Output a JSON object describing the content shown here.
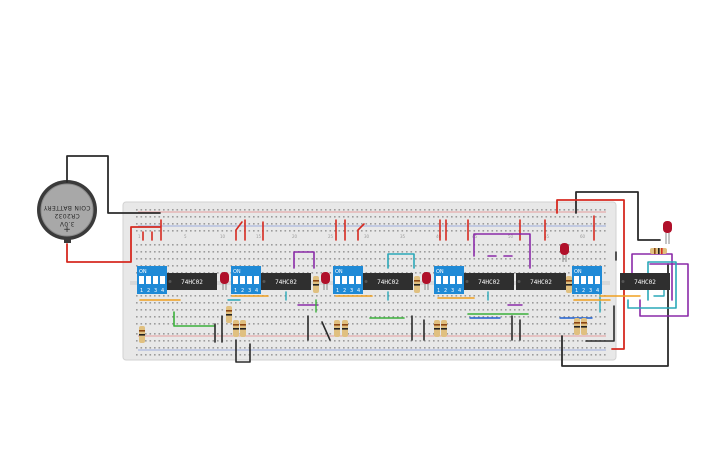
{
  "battery": {
    "line1": "COIN BATTERY",
    "line2": "CR2032",
    "line3": "3.0V"
  },
  "chips": [
    {
      "label": "74HC02"
    },
    {
      "label": "74HC02"
    },
    {
      "label": "74HC02"
    },
    {
      "label": "74HC02"
    },
    {
      "label": "74HC02"
    },
    {
      "label": "74HC02"
    }
  ],
  "dip_switches": [
    {
      "on_label": "ON",
      "positions": [
        "1",
        "2",
        "3",
        "4"
      ]
    },
    {
      "on_label": "ON",
      "positions": [
        "1",
        "2",
        "3",
        "4"
      ]
    },
    {
      "on_label": "ON",
      "positions": [
        "1",
        "2",
        "3",
        "4"
      ]
    },
    {
      "on_label": "ON",
      "positions": [
        "1",
        "2",
        "3",
        "4"
      ]
    },
    {
      "on_label": "ON",
      "positions": [
        "1",
        "2",
        "3",
        "4"
      ]
    }
  ],
  "breadboard": {
    "column_numbers": [
      "1",
      "5",
      "10",
      "15",
      "20",
      "25",
      "30",
      "35",
      "40",
      "45",
      "50",
      "55",
      "60"
    ],
    "row_letters": [
      "a",
      "b",
      "c",
      "d",
      "e",
      "f",
      "g",
      "h",
      "i",
      "j"
    ]
  },
  "colors": {
    "wire_red": "#d62a20",
    "wire_black": "#2b2b2b",
    "wire_purple": "#8a2aa8",
    "wire_teal": "#2aa8b8",
    "wire_green": "#3ab03a",
    "wire_orange": "#f0a020",
    "wire_blue": "#2060d0",
    "dip_blue": "#1f8ad6",
    "chip_body": "#2f2f2f",
    "led_red": "#b0102a",
    "breadboard": "#e6e6e6"
  }
}
